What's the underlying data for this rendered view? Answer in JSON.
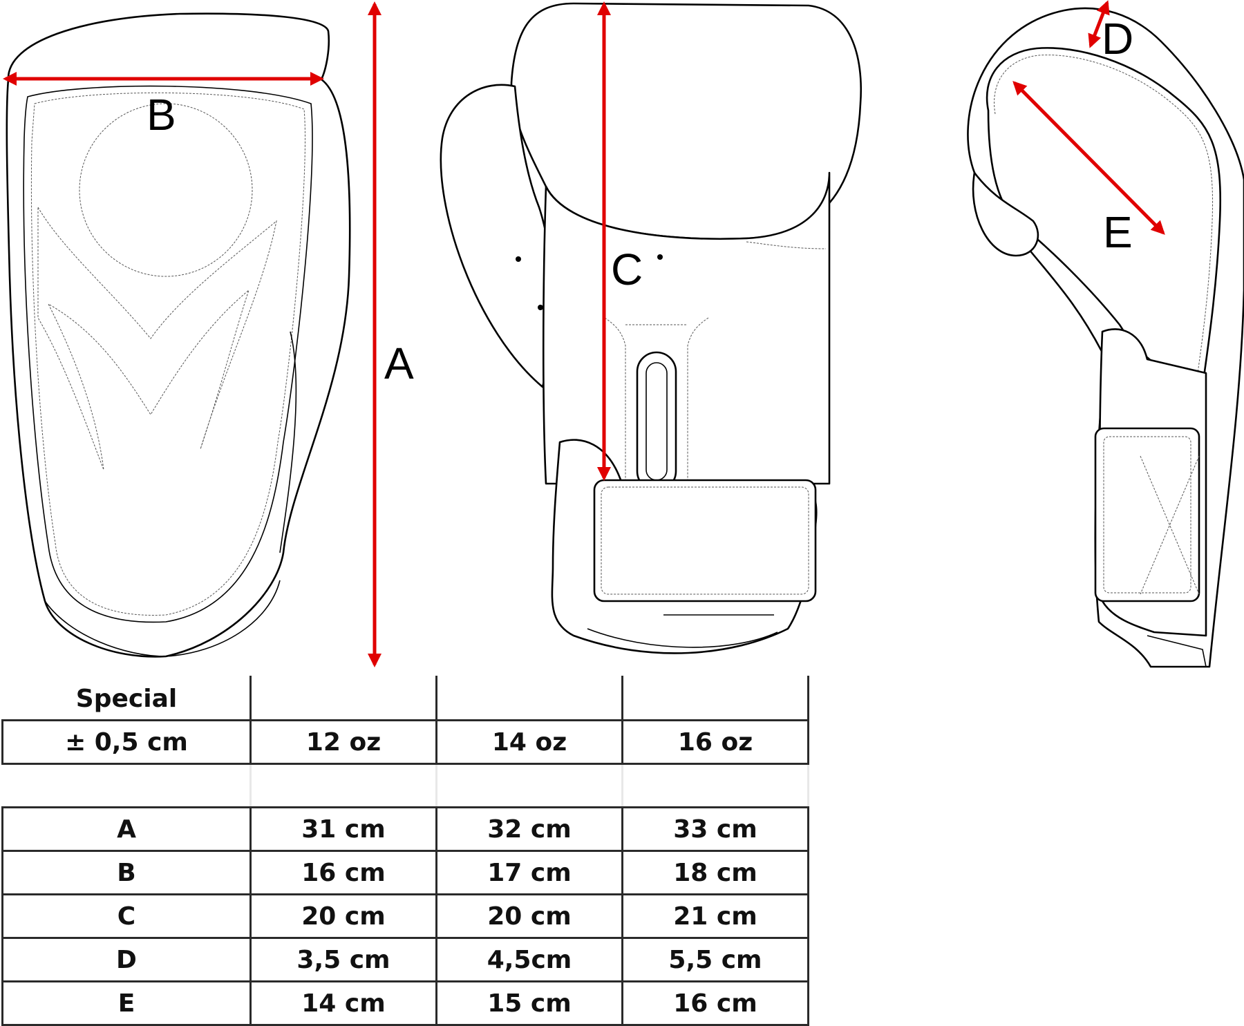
{
  "diagram": {
    "accent_color": "#e00000",
    "labels": {
      "a": "A",
      "b": "B",
      "c": "C",
      "d": "D",
      "e": "E"
    },
    "views": [
      "front-view",
      "palm-view",
      "side-view"
    ]
  },
  "table": {
    "title": "Special",
    "tolerance": "± 0,5 cm",
    "sizes": [
      "12 oz",
      "14 oz",
      "16 oz"
    ],
    "rows": [
      {
        "label": "A",
        "values": [
          "31 cm",
          "32 cm",
          "33 cm"
        ]
      },
      {
        "label": "B",
        "values": [
          "16 cm",
          "17 cm",
          "18 cm"
        ]
      },
      {
        "label": "C",
        "values": [
          "20 cm",
          "20 cm",
          "21 cm"
        ]
      },
      {
        "label": "D",
        "values": [
          "3,5 cm",
          "4,5cm",
          "5,5 cm"
        ]
      },
      {
        "label": "E",
        "values": [
          "14 cm",
          "15 cm",
          "16 cm"
        ]
      }
    ]
  }
}
